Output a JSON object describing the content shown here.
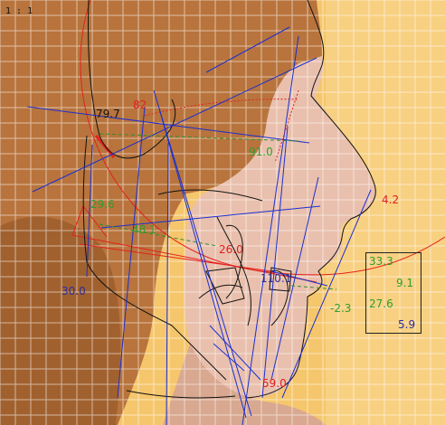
{
  "toolbar": {
    "zoom_label": "1 : 1"
  },
  "colors": {
    "photo_background": "#f5c66c",
    "hair": "#b8743c",
    "skin": "#e9c0ad",
    "grid": "#ffffff",
    "line_blue": "#1b2fd0",
    "line_red": "#e4221d",
    "line_black": "#111111",
    "line_green": "#2f8f2f",
    "text_red": "#e02020",
    "text_green": "#2e9e2e",
    "text_blue": "#2c2c9a",
    "text_black": "#111111"
  },
  "measurements": [
    {
      "id": "m-79-7",
      "value": "79.7",
      "color": "text_black"
    },
    {
      "id": "m-82",
      "value": "82",
      "color": "text_red"
    },
    {
      "id": "m-91-0",
      "value": "91.0",
      "color": "text_green"
    },
    {
      "id": "m-29-6",
      "value": "29.6",
      "color": "text_green"
    },
    {
      "id": "m-48-1",
      "value": "48.1",
      "color": "text_green"
    },
    {
      "id": "m-4-2",
      "value": "4.2",
      "color": "text_red"
    },
    {
      "id": "m-26-0",
      "value": "26.0",
      "color": "text_red"
    },
    {
      "id": "m-30-0",
      "value": "30.0",
      "color": "text_blue"
    },
    {
      "id": "m-110-1",
      "value": "110.1",
      "color": "text_blue"
    },
    {
      "id": "m-neg-2-3",
      "value": "-2.3",
      "color": "text_green"
    },
    {
      "id": "m-59-0",
      "value": "59.0",
      "color": "text_red"
    }
  ],
  "summary_box": [
    {
      "id": "box-33-3",
      "value": "33.3",
      "color": "text_green"
    },
    {
      "id": "box-9-1",
      "value": "9.1",
      "color": "text_green"
    },
    {
      "id": "box-27-6",
      "value": "27.6",
      "color": "text_green"
    },
    {
      "id": "box-5-9",
      "value": "5.9",
      "color": "text_blue"
    }
  ]
}
